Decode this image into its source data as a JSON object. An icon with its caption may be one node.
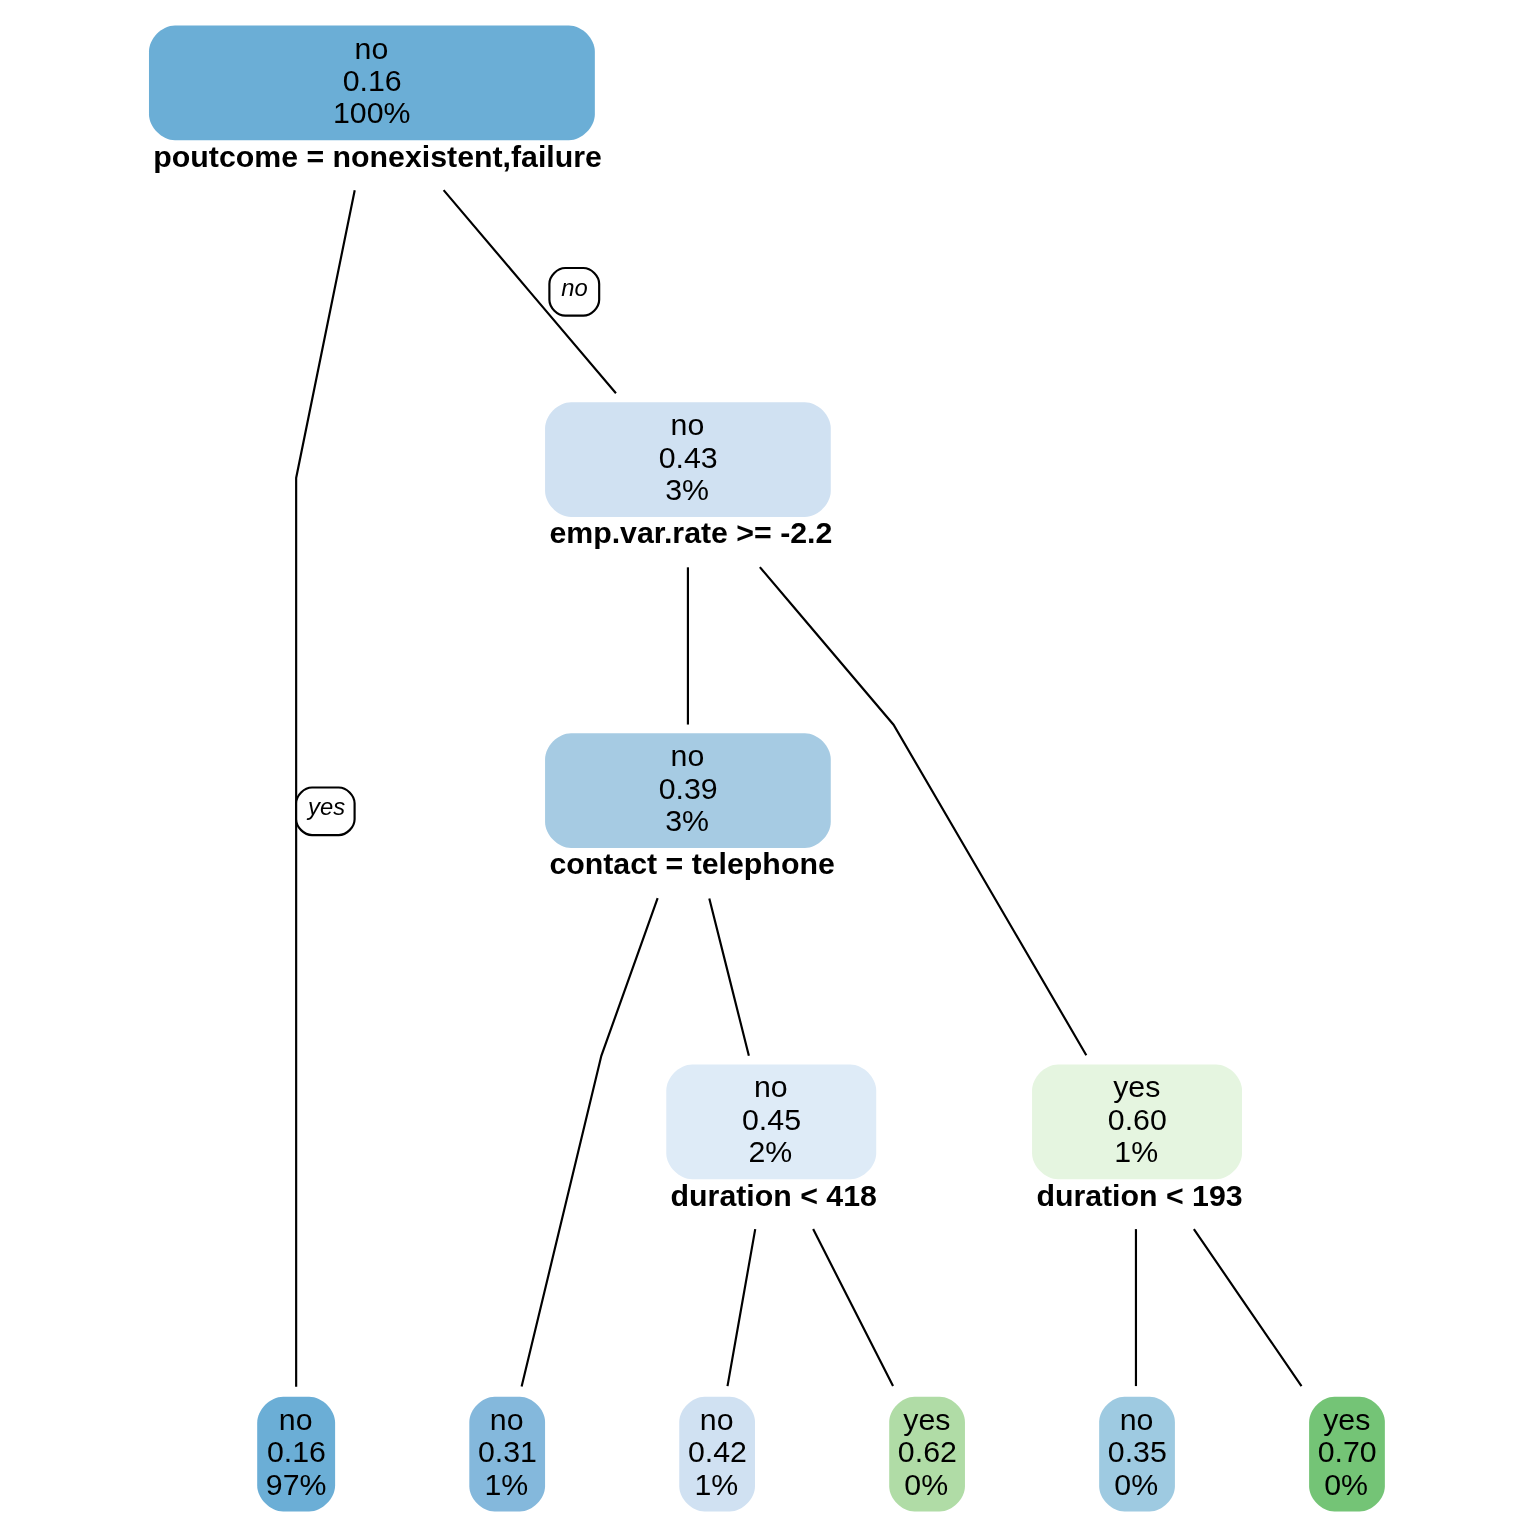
{
  "diagram": {
    "nodes": [
      {
        "text": [
          "no",
          "0.16",
          "100%"
        ],
        "beside": [
          "poutcome = nonexistent,failure"
        ]
      },
      {
        "text": [
          "no",
          "0.16",
          "97%"
        ]
      },
      {
        "text": [
          "no",
          "0.43",
          "3%"
        ],
        "beside": [
          "emp.var.rate >= -2.2"
        ]
      },
      {
        "text": [
          "no",
          "0.39",
          "3%"
        ],
        "beside": [
          "contact = telephone"
        ]
      },
      {
        "text": [
          "no",
          "0.31",
          "1%"
        ]
      },
      {
        "text": [
          "no",
          "0.45",
          "2%"
        ],
        "beside": [
          "duration < 418"
        ]
      },
      {
        "text": [
          "no",
          "0.42",
          "1%"
        ]
      },
      {
        "text": [
          "yes",
          "0.62",
          "0%"
        ]
      },
      {
        "text": [
          "yes",
          "0.60",
          "1%"
        ],
        "beside": [
          "duration < 193"
        ]
      },
      {
        "text": [
          "no",
          "0.35",
          "0%"
        ]
      },
      {
        "text": [
          "yes",
          "0.70",
          "0%"
        ]
      }
    ],
    "edges": [
      {
        "from": 0,
        "to": 1,
        "arrow": "none",
        "label": "yes"
      },
      {
        "from": 0,
        "to": 2,
        "arrow": "none",
        "label": "no"
      },
      {
        "from": 2,
        "to": 3,
        "arrow": "none"
      },
      {
        "from": 2,
        "to": 8,
        "arrow": "none"
      },
      {
        "from": 3,
        "to": 4,
        "arrow": "none"
      },
      {
        "from": 3,
        "to": 5,
        "arrow": "none"
      },
      {
        "from": 5,
        "to": 6,
        "arrow": "none"
      },
      {
        "from": 5,
        "to": 7,
        "arrow": "none"
      },
      {
        "from": 8,
        "to": 9,
        "arrow": "none"
      },
      {
        "from": 8,
        "to": 10,
        "arrow": "none"
      }
    ]
  }
}
